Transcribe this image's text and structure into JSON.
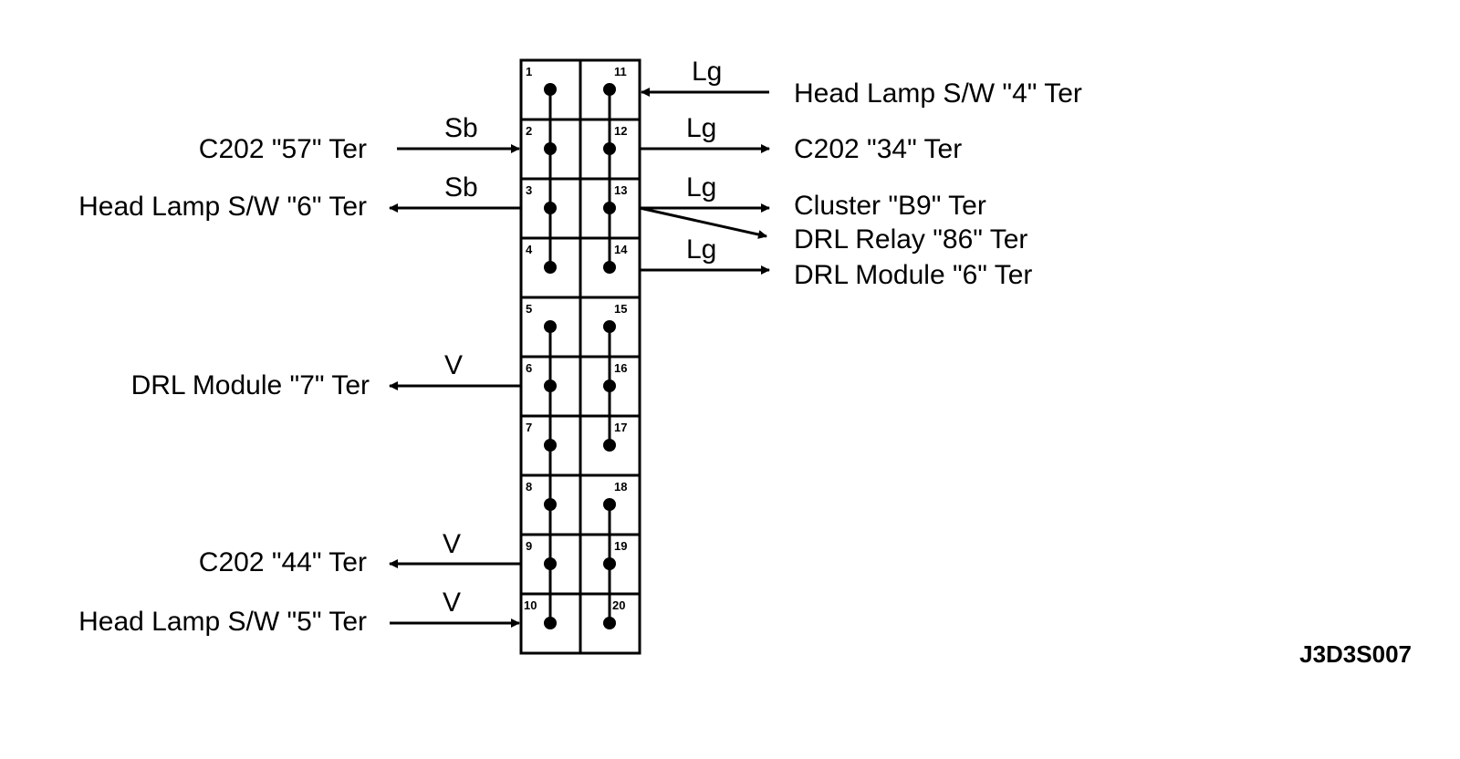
{
  "connector": {
    "left_pins": [
      "1",
      "2",
      "3",
      "4",
      "5",
      "6",
      "7",
      "8",
      "9",
      "10"
    ],
    "right_pins": [
      "11",
      "12",
      "13",
      "14",
      "15",
      "16",
      "17",
      "18",
      "19",
      "20"
    ]
  },
  "connections": {
    "c202_57": {
      "label": "C202  \"57\" Ter",
      "wire": "Sb"
    },
    "hl_sw_6": {
      "label": "Head Lamp S/W  \"6\" Ter",
      "wire": "Sb"
    },
    "drl_mod_7": {
      "label": "DRL Module  \"7\" Ter",
      "wire": "V"
    },
    "c202_44": {
      "label": "C202  \"44\" Ter",
      "wire": "V"
    },
    "hl_sw_5": {
      "label": "Head Lamp S/W  \"5\" Ter",
      "wire": "V"
    },
    "hl_sw_4": {
      "label": "Head Lamp S/W  \"4\" Ter",
      "wire": "Lg"
    },
    "c202_34": {
      "label": "C202  \"34\" Ter",
      "wire": "Lg"
    },
    "cluster_b9": {
      "label": "Cluster  \"B9\" Ter",
      "wire": "Lg"
    },
    "drl_relay_86": {
      "label": "DRL Relay  \"86\" Ter"
    },
    "drl_mod_6": {
      "label": "DRL Module  \"6\" Ter",
      "wire": "Lg"
    }
  },
  "figure_code": "J3D3S007"
}
